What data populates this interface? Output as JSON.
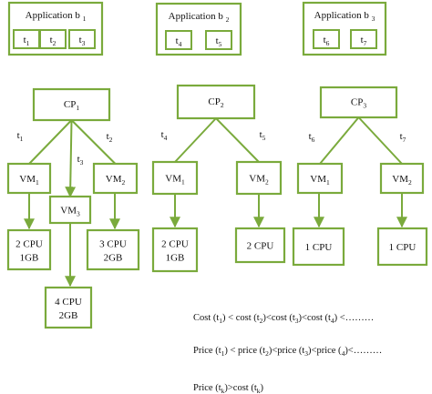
{
  "colors": {
    "accent": "#7aaa3c",
    "text": "#111111",
    "background": "#ffffff"
  },
  "applications": [
    {
      "name": "Application b",
      "sub": "1",
      "tasks": [
        {
          "t": "t",
          "s": "1"
        },
        {
          "t": "t",
          "s": "2"
        },
        {
          "t": "t",
          "s": "3"
        }
      ]
    },
    {
      "name": "Application b",
      "sub": "2",
      "tasks": [
        {
          "t": "t",
          "s": "4"
        },
        {
          "t": "t",
          "s": "5"
        }
      ]
    },
    {
      "name": "Application b",
      "sub": "3",
      "tasks": [
        {
          "t": "t",
          "s": "6"
        },
        {
          "t": "t",
          "s": "7"
        }
      ]
    }
  ],
  "clusters": [
    {
      "cp": {
        "t": "CP",
        "s": "1"
      },
      "edge_labels": [
        {
          "t": "t",
          "s": "1"
        },
        {
          "t": "t",
          "s": "3"
        },
        {
          "t": "t",
          "s": "2"
        }
      ],
      "vms": [
        {
          "t": "VM",
          "s": "1"
        },
        {
          "t": "VM",
          "s": "3"
        },
        {
          "t": "VM",
          "s": "2"
        }
      ],
      "resources": [
        [
          "2 CPU",
          "1GB"
        ],
        [
          "4 CPU",
          "2GB"
        ],
        [
          "3 CPU",
          "2GB"
        ]
      ]
    },
    {
      "cp": {
        "t": "CP",
        "s": "2"
      },
      "edge_labels": [
        {
          "t": "t",
          "s": "4"
        },
        {
          "t": "t",
          "s": "5"
        }
      ],
      "vms": [
        {
          "t": "VM",
          "s": "1"
        },
        {
          "t": "VM",
          "s": "2"
        }
      ],
      "resources": [
        [
          "2 CPU",
          "1GB"
        ],
        [
          "2 CPU"
        ]
      ]
    },
    {
      "cp": {
        "t": "CP",
        "s": "3"
      },
      "edge_labels": [
        {
          "t": "t",
          "s": "6"
        },
        {
          "t": "t",
          "s": "7"
        }
      ],
      "vms": [
        {
          "t": "VM",
          "s": "1"
        },
        {
          "t": "VM",
          "s": "2"
        }
      ],
      "resources": [
        [
          "1 CPU"
        ],
        [
          "1 CPU"
        ]
      ]
    }
  ],
  "formulas": [
    [
      {
        "t": "Cost (t"
      },
      {
        "t": "1",
        "sub": true
      },
      {
        "t": ") < cost (t"
      },
      {
        "t": "2",
        "sub": true
      },
      {
        "t": ")<cost (t"
      },
      {
        "t": "3",
        "sub": true
      },
      {
        "t": ")<cost (t"
      },
      {
        "t": "4",
        "sub": true
      },
      {
        "t": ") <………"
      }
    ],
    [
      {
        "t": "Price (t"
      },
      {
        "t": "1",
        "sub": true
      },
      {
        "t": ") < price (t"
      },
      {
        "t": "2",
        "sub": true
      },
      {
        "t": ")<price (t"
      },
      {
        "t": "3",
        "sub": true
      },
      {
        "t": ")<price ("
      },
      {
        "t": "4",
        "sub": true
      },
      {
        "t": ")<………"
      }
    ],
    [
      {
        "t": "Price (t"
      },
      {
        "t": "k",
        "sub": true
      },
      {
        "t": ")>cost (t"
      },
      {
        "t": "k",
        "sub": true
      },
      {
        "t": ")"
      }
    ]
  ]
}
